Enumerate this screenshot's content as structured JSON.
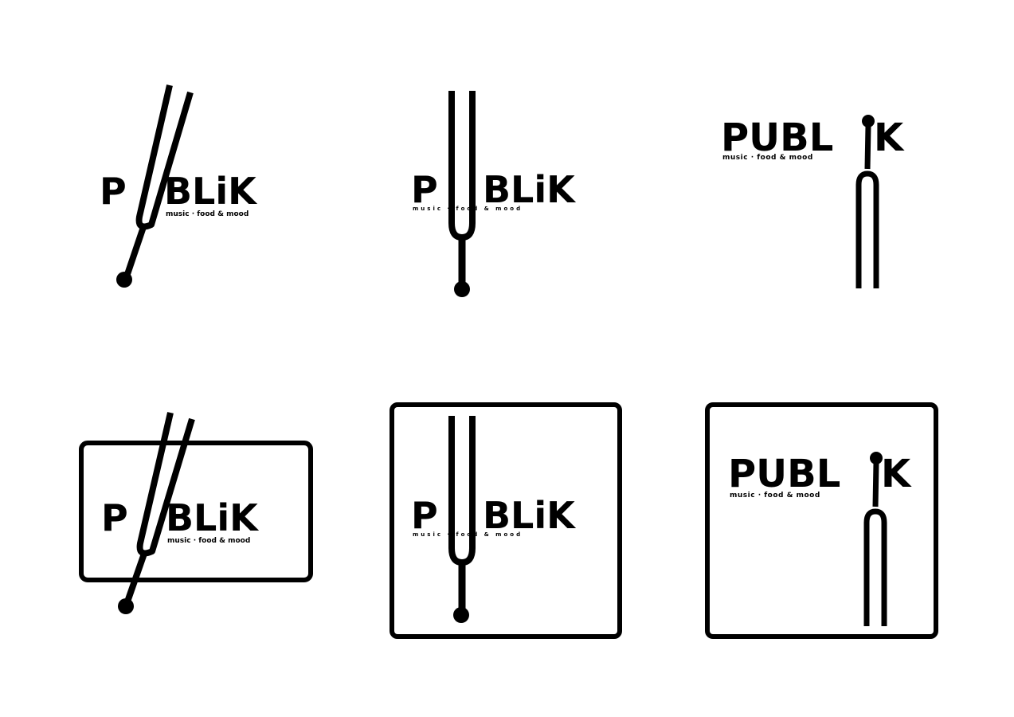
{
  "logos": [
    {
      "variant": "diagonal-fork",
      "letters_before": "P",
      "letters_after": "BLiK",
      "tagline": "music · food & mood",
      "frame": "none"
    },
    {
      "variant": "vertical-fork",
      "letters_before": "P",
      "letters_after": "BLiK",
      "tagline": "music · food & mood",
      "frame": "none"
    },
    {
      "variant": "fork-as-i",
      "wordmark": "PUBL",
      "letter_k": "K",
      "tagline": "music · food & mood",
      "frame": "none"
    },
    {
      "variant": "diagonal-fork",
      "letters_before": "P",
      "letters_after": "BLiK",
      "tagline": "music · food & mood",
      "frame": "rectangle"
    },
    {
      "variant": "vertical-fork",
      "letters_before": "P",
      "letters_after": "BLiK",
      "tagline": "music · food & mood",
      "frame": "square"
    },
    {
      "variant": "fork-as-i",
      "wordmark": "PUBL",
      "letter_k": "K",
      "tagline": "music · food & mood",
      "frame": "square"
    }
  ],
  "colors": {
    "ink": "#000000",
    "background": "#ffffff"
  }
}
